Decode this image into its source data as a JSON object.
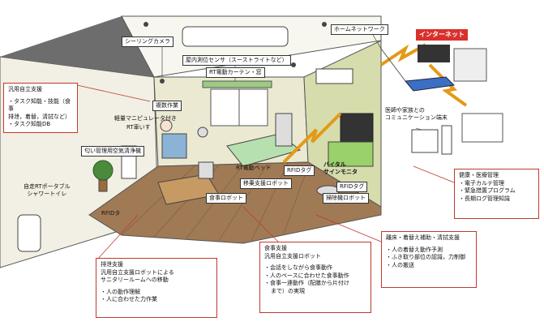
{
  "labels": {
    "ceiling_camera": "シーリングカメラ",
    "indoor_sensor": "屋内測位センサ（スーストライトなど）",
    "rt_curtain": "RT電動カーテン・窓",
    "home_network": "ホームネットワーク",
    "internet": "インターネット",
    "multi_task": "複数作業",
    "light_manipulator": "軽量マニピュレータ付き",
    "rt_wheelchair": "RT車いす",
    "odor_purifier": "匂い管理用空気清浄機",
    "portable_toilet": "自走RTポータブル\nシャワートイレ",
    "rfid_left": "RFIDタ",
    "rt_bed": "RT電動ベッド",
    "rfid_tag_bed": "RFIDタグ",
    "vital_monitor": "バイタル\nサインモニタ",
    "transfer_robot": "移乗支援ロボット",
    "rfid_tag_right": "RFIDタグ",
    "cleaning_robot": "掃除機ロボット",
    "meal_robot": "食事ロボット",
    "comm_terminal": "医師や家族との\nコミュニケーション端末"
  },
  "boxes": {
    "general_support": {
      "title": "汎用自立支援",
      "items": [
        "・タスク知能・技能（食事",
        "排泄，着替，清拭など）",
        "・タスク知能DB"
      ]
    },
    "health": {
      "title": "健康・医療管理",
      "items": [
        "・電子カルテ管理",
        "・緊急措置プログラム",
        "・長期ログ管理知識"
      ]
    },
    "bed_care": {
      "title": "離床・着替え補助・清拭支援",
      "items": [
        "・人の着替え動作予測",
        "・ふき取り部位の認識，力制御",
        "・人の搬送"
      ]
    },
    "meal": {
      "title": "食事支援",
      "subtitle": "汎用自立支援ロボット",
      "items": [
        "・会話をしながら食事動作",
        "・人のペースに合わせた食事動作",
        "・食事一連動作（配膳から片付け",
        "まで）の実現"
      ]
    },
    "excretion": {
      "title": "排泄支援",
      "subtitle": "汎用自立支援ロボットによる",
      "subtitle2": "サニタリールームへの移動",
      "items": [
        "・人の動作理解",
        "・人に合わせた力作業"
      ]
    }
  },
  "colors": {
    "accent_red": "#c0392b",
    "internet_bg": "#d9302b",
    "wall": "#e3e0c8",
    "floor": "#a07a55",
    "right_wall": "#d6dcab"
  }
}
